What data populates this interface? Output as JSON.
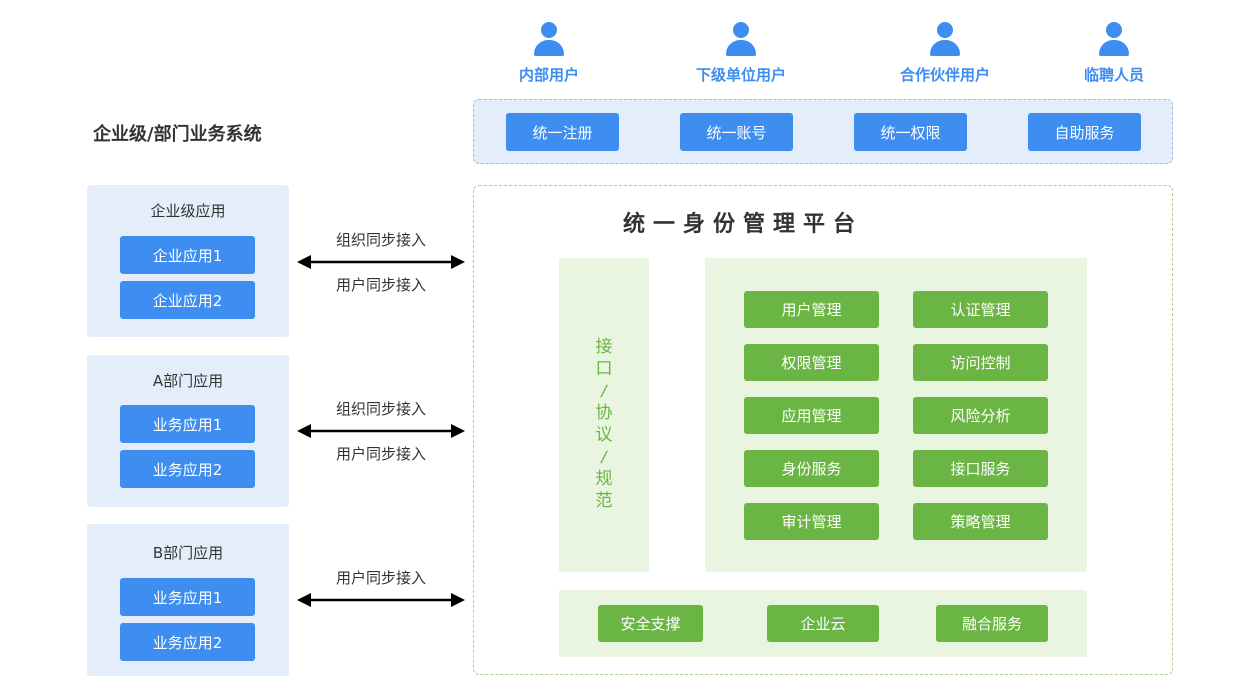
{
  "users": [
    {
      "label": "内部用户",
      "icon": "user-icon"
    },
    {
      "label": "下级单位用户",
      "icon": "user-icon"
    },
    {
      "label": "合作伙伴用户",
      "icon": "user-icon"
    },
    {
      "label": "临聘人员",
      "icon": "user-icon"
    }
  ],
  "top_services": [
    "统一注册",
    "统一账号",
    "统一权限",
    "自助服务"
  ],
  "left_section_title": "企业级/部门业务系统",
  "groups": [
    {
      "title": "企业级应用",
      "apps": [
        "企业应用1",
        "企业应用2"
      ],
      "sync": [
        "组织同步接入",
        "用户同步接入"
      ]
    },
    {
      "title": "A部门应用",
      "apps": [
        "业务应用1",
        "业务应用2"
      ],
      "sync": [
        "组织同步接入",
        "用户同步接入"
      ]
    },
    {
      "title": "B部门应用",
      "apps": [
        "业务应用1",
        "业务应用2"
      ],
      "sync": [
        "用户同步接入"
      ]
    }
  ],
  "platform": {
    "title": "统一身份管理平台",
    "interface_column": [
      "接",
      "口",
      "/",
      "协",
      "议",
      "/",
      "规",
      "范"
    ],
    "modules": [
      [
        "用户管理",
        "认证管理"
      ],
      [
        "权限管理",
        "访问控制"
      ],
      [
        "应用管理",
        "风险分析"
      ],
      [
        "身份服务",
        "接口服务"
      ],
      [
        "审计管理",
        "策略管理"
      ]
    ],
    "foundation": [
      "安全支撑",
      "企业云",
      "融合服务"
    ]
  },
  "colors": {
    "blue": "#3e8df0",
    "green": "#6ab544",
    "light_blue": "#e4eefb",
    "light_green": "#e9f5e0"
  }
}
